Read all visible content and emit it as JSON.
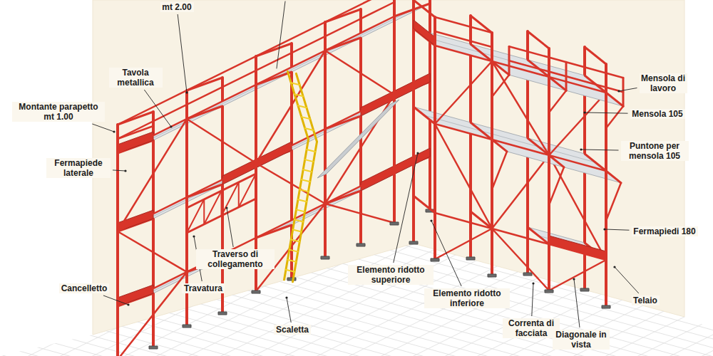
{
  "diagram": {
    "labels": [
      "mt 2.00",
      "Tavola metallica",
      "Montante parapetto mt 1.00",
      "Fermapiede laterale",
      "Cancelletto",
      "Traverso di collegamento",
      "Travatura",
      "Scaletta",
      "Elemento ridotto superiore",
      "Elemento ridotto inferiore",
      "Correnta di facciata",
      "Diagonale in vista",
      "Telaio",
      "Fermapiedi 180",
      "Puntone per mensola 105",
      "Mensola 105",
      "Mensola di lavoro"
    ]
  }
}
